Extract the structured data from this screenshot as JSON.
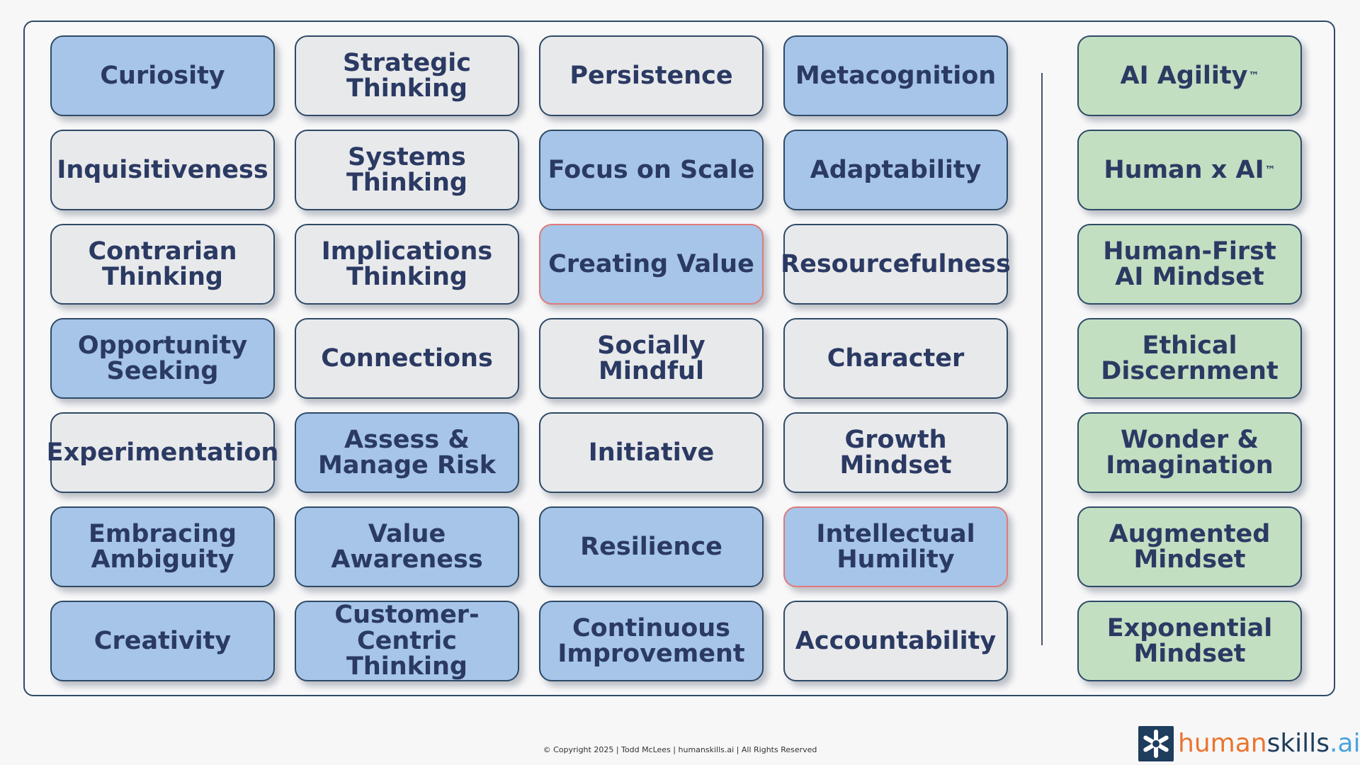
{
  "colors": {
    "blue_tile": "#a6c5e8",
    "grey_tile": "#e8e9eb",
    "green_tile": "#c2dfc2",
    "tile_text": "#2b3a63",
    "highlight_border": "#e07a7a"
  },
  "grid": [
    {
      "label": "Curiosity",
      "style": "blue"
    },
    {
      "label": "Strategic\nThinking",
      "style": "grey"
    },
    {
      "label": "Persistence",
      "style": "grey"
    },
    {
      "label": "Metacognition",
      "style": "blue"
    },
    {
      "label": "Inquisitiveness",
      "style": "grey"
    },
    {
      "label": "Systems\nThinking",
      "style": "grey"
    },
    {
      "label": "Focus on Scale",
      "style": "blue"
    },
    {
      "label": "Adaptability",
      "style": "blue"
    },
    {
      "label": "Contrarian\nThinking",
      "style": "grey"
    },
    {
      "label": "Implications\nThinking",
      "style": "grey"
    },
    {
      "label": "Creating Value",
      "style": "blue",
      "highlighted": true
    },
    {
      "label": "Resourcefulness",
      "style": "grey"
    },
    {
      "label": "Opportunity\nSeeking",
      "style": "blue"
    },
    {
      "label": "Connections",
      "style": "grey"
    },
    {
      "label": "Socially Mindful",
      "style": "grey"
    },
    {
      "label": "Character",
      "style": "grey"
    },
    {
      "label": "Experimentation",
      "style": "grey"
    },
    {
      "label": "Assess &\nManage Risk",
      "style": "blue"
    },
    {
      "label": "Initiative",
      "style": "grey"
    },
    {
      "label": "Growth Mindset",
      "style": "grey"
    },
    {
      "label": "Embracing\nAmbiguity",
      "style": "blue"
    },
    {
      "label": "Value\nAwareness",
      "style": "blue"
    },
    {
      "label": "Resilience",
      "style": "blue"
    },
    {
      "label": "Intellectual\nHumility",
      "style": "blue",
      "highlighted": true
    },
    {
      "label": "Creativity",
      "style": "blue"
    },
    {
      "label": "Customer-\nCentric Thinking",
      "style": "blue"
    },
    {
      "label": "Continuous\nImprovement",
      "style": "blue"
    },
    {
      "label": "Accountability",
      "style": "grey"
    }
  ],
  "ai_column": [
    {
      "label": "AI Agility",
      "tm": "™"
    },
    {
      "label": "Human x AI",
      "tm": "™"
    },
    {
      "label": "Human-First\nAI Mindset"
    },
    {
      "label": "Ethical\nDiscernment"
    },
    {
      "label": "Wonder &\nImagination"
    },
    {
      "label": "Augmented\nMindset"
    },
    {
      "label": "Exponential\nMindset"
    }
  ],
  "footer": {
    "text": "© Copyright 2025 |  Todd McLees  |  humanskills.ai  | All Rights Reserved"
  },
  "logo": {
    "icon": "asterisk-icon",
    "part1": "human",
    "part2": "skills",
    "part3": ".ai"
  }
}
